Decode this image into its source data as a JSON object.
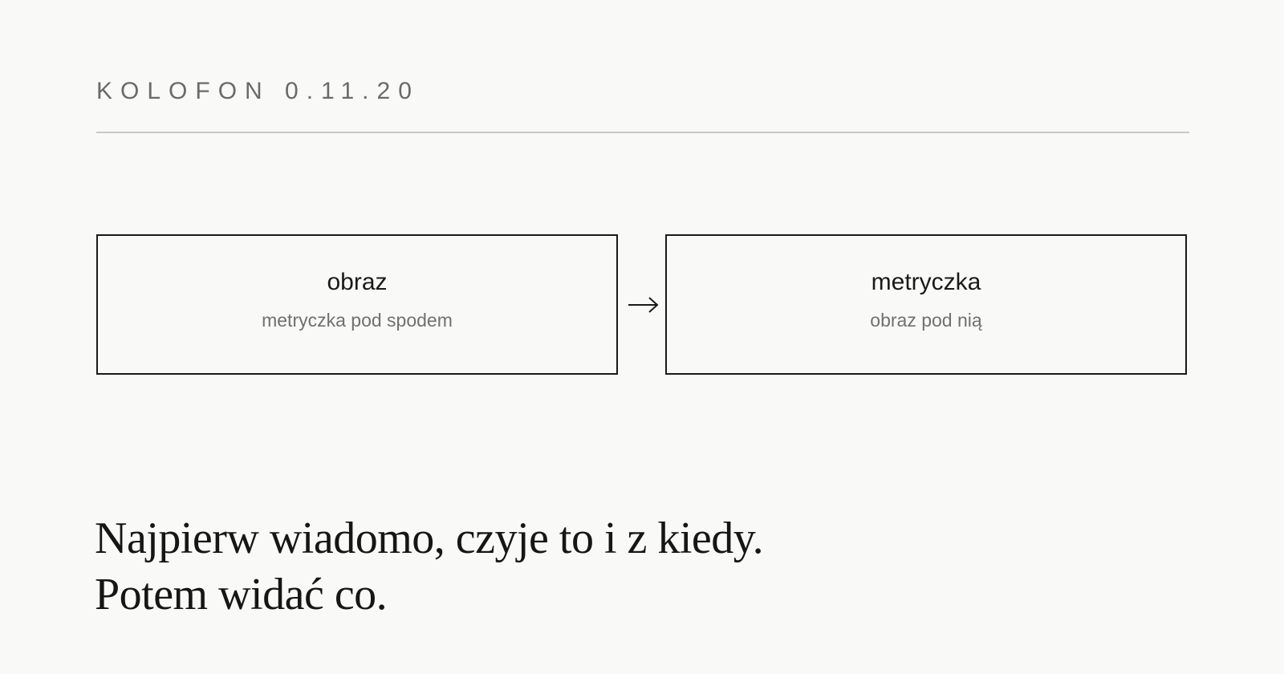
{
  "header": {
    "kicker": "KOLOFON 0.11.20"
  },
  "diagram": {
    "boxes": [
      {
        "title": "obraz",
        "subtitle": "metryczka pod spodem"
      },
      {
        "title": "metryczka",
        "subtitle": "obraz pod nią"
      }
    ],
    "connector_icon": "right-arrow-icon"
  },
  "statement": {
    "line1": "Najpierw wiadomo, czyje to i z kiedy.",
    "line2": "Potem widać co."
  },
  "colors": {
    "background": "#f9f9f7",
    "ink": "#1a1a1a",
    "muted": "#6a6a6a",
    "rule": "#c9c9c7"
  }
}
